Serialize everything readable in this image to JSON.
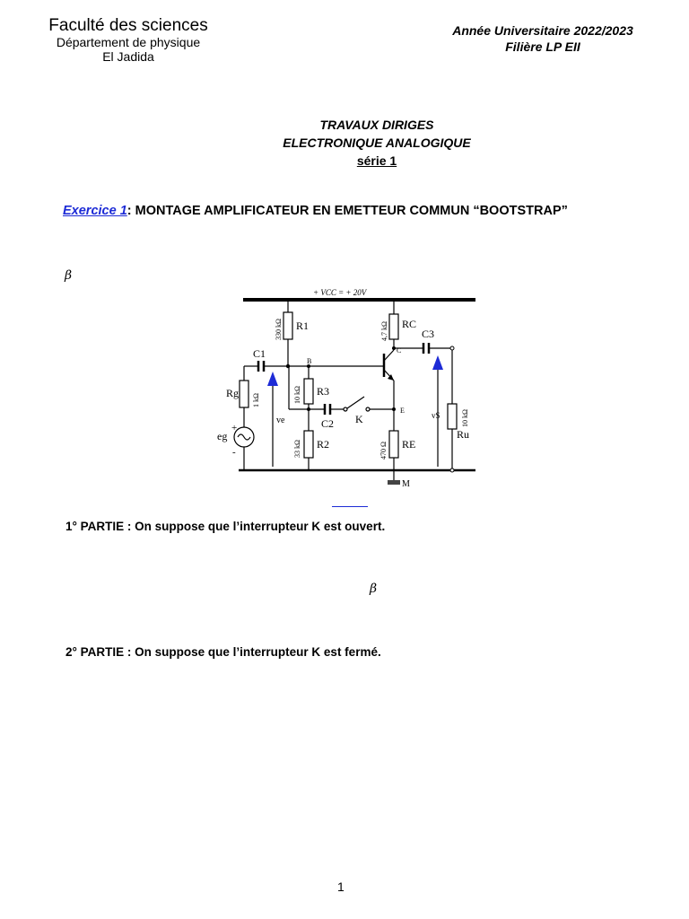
{
  "header": {
    "faculty": "Faculté des sciences",
    "department": "Département de physique",
    "city": "El Jadida",
    "year": "Année Universitaire 2022/2023",
    "filiere": "Filière LP EII"
  },
  "title": {
    "line1": "TRAVAUX DIRIGES",
    "line2": "ELECTRONIQUE ANALOGIQUE",
    "line3": "série 1"
  },
  "exercise": {
    "label": "Exercice 1",
    "separator": ": ",
    "title": "MONTAGE AMPLIFICATEUR EN EMETTEUR COMMUN “BOOTSTRAP”"
  },
  "symbols": {
    "beta": "β"
  },
  "circuit": {
    "vcc": "+ VCC = + 20V",
    "r1": "R1",
    "r1_val": "330 kΩ",
    "rc": "RC",
    "rc_val": "4,7 kΩ",
    "c1": "C1",
    "c2": "C2",
    "c3": "C3",
    "rg": "Rg",
    "rg_val": "1 kΩ",
    "r3": "R3",
    "r3_val": "10 kΩ",
    "r2": "R2",
    "r2_val": "33 kΩ",
    "re": "RE",
    "re_val": "470 Ω",
    "ru": "Ru",
    "ru_val": "10 kΩ",
    "eg": "eg",
    "ve": "ve",
    "vs": "vS",
    "node_b": "B",
    "node_c": "C",
    "node_e": "E",
    "switch_k": "K",
    "ground_m": "M",
    "plus": "+",
    "minus": "-"
  },
  "parts": {
    "part1": "1° PARTIE : On suppose que l’interrupteur K est ouvert.",
    "part2": "2° PARTIE : On suppose que l’interrupteur K est fermé."
  },
  "page_number": "1"
}
